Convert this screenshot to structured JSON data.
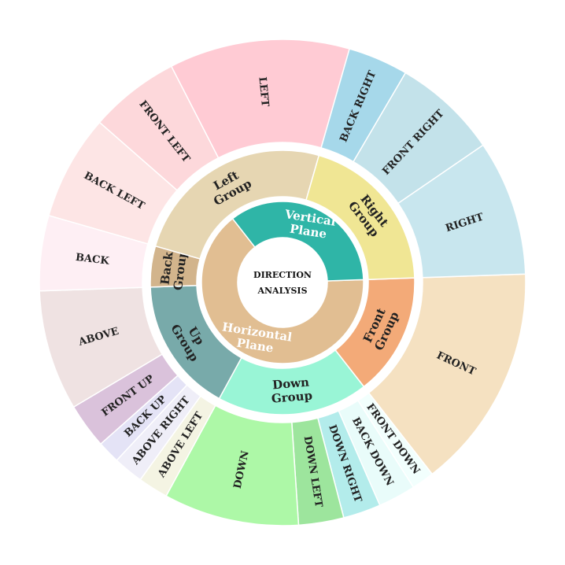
{
  "chart_data": {
    "type": "sunburst",
    "center_label": [
      "DIRECTION",
      "ANALYSIS"
    ],
    "colors": {
      "center": "#ffffff",
      "gap": "#ffffff"
    },
    "rings": [
      {
        "level": "plane",
        "segments": [
          {
            "label": [
              "Horizontal",
              "Plane"
            ],
            "value": 65,
            "color": "#E1BE92",
            "text_color": "#ffffff"
          },
          {
            "label": [
              "Vertical",
              "Plane"
            ],
            "value": 35,
            "color": "#2FB5A7",
            "text_color": "#ffffff"
          }
        ]
      },
      {
        "level": "group",
        "segments": [
          {
            "label": [
              "Front",
              "Group"
            ],
            "value": 15,
            "color": "#F3AA78",
            "text_color": "#222222"
          },
          {
            "label": [
              "Down",
              "Group"
            ],
            "value": 18.5,
            "color": "#99F5D6",
            "text_color": "#222222"
          },
          {
            "label": [
              "Up",
              "Group"
            ],
            "value": 16.5,
            "color": "#78AAAA",
            "text_color": "#222222"
          },
          {
            "label": [
              "Back",
              "Group"
            ],
            "value": 5,
            "color": "#D2B48C",
            "text_color": "#222222"
          },
          {
            "label": [
              "Left",
              "Group"
            ],
            "value": 25,
            "color": "#E6D6B2",
            "text_color": "#222222"
          },
          {
            "label": [
              "Right",
              "Group"
            ],
            "value": 20,
            "color": "#F0E694",
            "text_color": "#222222"
          }
        ]
      },
      {
        "level": "direction",
        "segments": [
          {
            "label": "FRONT",
            "value": 15,
            "color": "#F5E1C1"
          },
          {
            "label": "FRONT DOWN",
            "value": 1.5,
            "color": "#F2FFFD"
          },
          {
            "label": "BACK DOWN",
            "value": 2.5,
            "color": "#E9FCFA"
          },
          {
            "label": "DOWN RIGHT",
            "value": 2.5,
            "color": "#B3ECEB"
          },
          {
            "label": "DOWN LEFT",
            "value": 3,
            "color": "#9DE59D"
          },
          {
            "label": "DOWN",
            "value": 9,
            "color": "#ADF8A7"
          },
          {
            "label": "ABOVE LEFT",
            "value": 2,
            "color": "#F4F4E3"
          },
          {
            "label": "ABOVE RIGHT",
            "value": 2,
            "color": "#EFEEF8"
          },
          {
            "label": "BACK UP",
            "value": 1.5,
            "color": "#E4E3F6"
          },
          {
            "label": "FRONT UP",
            "value": 3,
            "color": "#DAC2DB"
          },
          {
            "label": "ABOVE",
            "value": 8,
            "color": "#EFE2E2"
          },
          {
            "label": "BACK",
            "value": 5,
            "color": "#FEEFF4"
          },
          {
            "label": "BACK LEFT",
            "value": 7,
            "color": "#FDE5E5"
          },
          {
            "label": "FRONT LEFT",
            "value": 6,
            "color": "#FDD8DB"
          },
          {
            "label": "LEFT",
            "value": 12,
            "color": "#FFCBD4"
          },
          {
            "label": "BACK RIGHT",
            "value": 4,
            "color": "#A6D8EA"
          },
          {
            "label": "FRONT RIGHT",
            "value": 7,
            "color": "#C3E2EA"
          },
          {
            "label": "RIGHT",
            "value": 9,
            "color": "#C8E6EE"
          }
        ]
      }
    ]
  }
}
